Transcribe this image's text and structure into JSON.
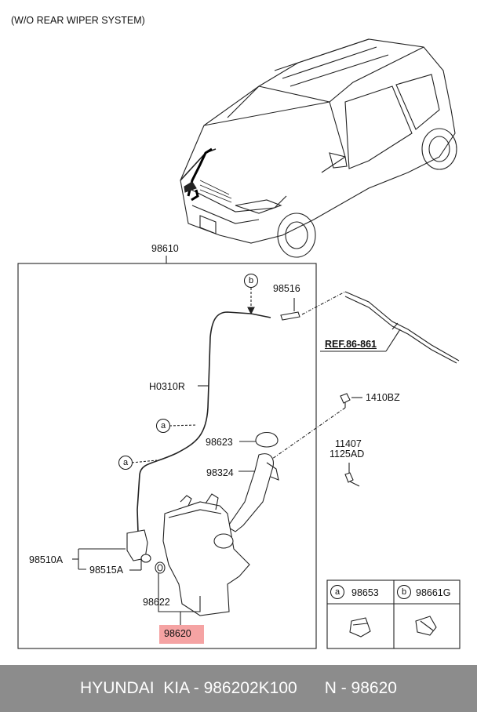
{
  "header": "(W/O REAR WIPER SYSTEM)",
  "parts": {
    "main_assembly": "98610",
    "hose_clip": "98516",
    "ref": "REF.86-861",
    "hose": "H0310R",
    "cap": "98623",
    "filler_neck": "98324",
    "bolt_top": "1410BZ",
    "bolt_a": "11407",
    "bolt_b": "1125AD",
    "pump": "98510A",
    "grommet_pump": "98515A",
    "grommet": "98622",
    "reservoir": "98620"
  },
  "callouts": {
    "a": "a",
    "b": "b"
  },
  "legend": {
    "a_letter": "a",
    "a_part": "98653",
    "b_letter": "b",
    "b_part": "98661G"
  },
  "footer": {
    "brand": "HYUNDAI  KIA - 986202K100",
    "ref": "N - 98620"
  }
}
